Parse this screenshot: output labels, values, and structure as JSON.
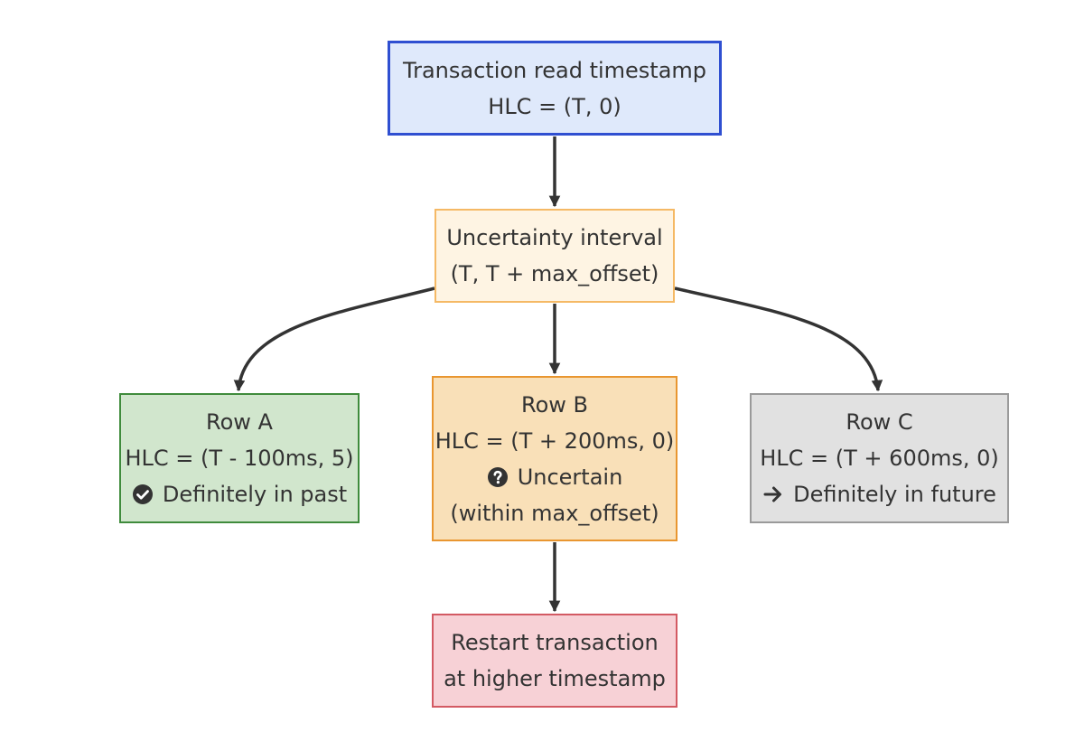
{
  "nodes": {
    "read_timestamp": {
      "line1": "Transaction read timestamp",
      "line2": "HLC = (T, 0)"
    },
    "uncertainty_interval": {
      "line1": "Uncertainty interval",
      "line2": "(T, T + max_offset)"
    },
    "row_a": {
      "line1": "Row A",
      "line2": "HLC = (T - 100ms, 5)",
      "line3": "Definitely in past",
      "line3_icon": "check-circle-icon"
    },
    "row_b": {
      "line1": "Row B",
      "line2": "HLC = (T + 200ms, 0)",
      "line3": "Uncertain",
      "line3_icon": "question-circle-icon",
      "line4": "(within max_offset)"
    },
    "row_c": {
      "line1": "Row C",
      "line2": "HLC = (T + 600ms, 0)",
      "line3": "Definitely in future",
      "line3_icon": "arrow-right-icon"
    },
    "restart": {
      "line1": "Restart transaction",
      "line2": "at higher timestamp"
    }
  },
  "edges": [
    {
      "from": "read_timestamp",
      "to": "uncertainty_interval"
    },
    {
      "from": "uncertainty_interval",
      "to": "row_a"
    },
    {
      "from": "uncertainty_interval",
      "to": "row_b"
    },
    {
      "from": "uncertainty_interval",
      "to": "row_c"
    },
    {
      "from": "row_b",
      "to": "restart"
    }
  ],
  "colors": {
    "edge": "#333333",
    "read_fill": "#dfe9fb",
    "read_stroke": "#2f4fd1",
    "uncertainty_fill": "#fef4e3",
    "uncertainty_stroke": "#f5b965",
    "row_a_fill": "#d1e6cd",
    "row_a_stroke": "#3f8b3c",
    "row_b_fill": "#f9e0b8",
    "row_b_stroke": "#e99630",
    "row_c_fill": "#e1e1e1",
    "row_c_stroke": "#9a9a9a",
    "restart_fill": "#f7d1d6",
    "restart_stroke": "#d35a63"
  }
}
